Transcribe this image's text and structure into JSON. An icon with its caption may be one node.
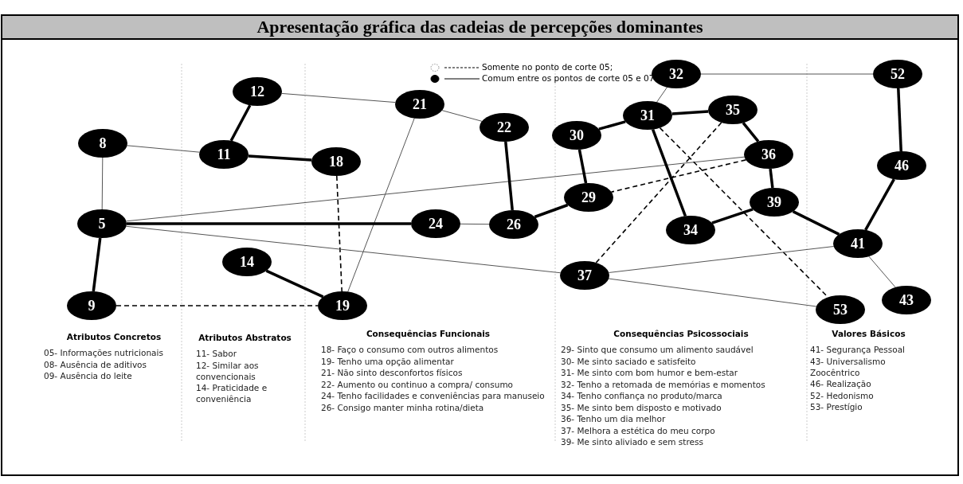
{
  "diagram": {
    "title": "Apresentação gráfica das cadeias de percepções dominantes",
    "nodes": [
      {
        "text": [
          "12"
        ]
      },
      {
        "text": [
          "21"
        ]
      },
      {
        "text": [
          "32"
        ]
      },
      {
        "text": [
          "52"
        ]
      },
      {
        "text": [
          "22"
        ]
      },
      {
        "text": [
          "31"
        ]
      },
      {
        "text": [
          "35"
        ]
      },
      {
        "text": [
          "8"
        ]
      },
      {
        "text": [
          "11"
        ]
      },
      {
        "text": [
          "18"
        ]
      },
      {
        "text": [
          "30"
        ]
      },
      {
        "text": [
          "36"
        ]
      },
      {
        "text": [
          "46"
        ]
      },
      {
        "text": [
          "29"
        ]
      },
      {
        "text": [
          "5"
        ]
      },
      {
        "text": [
          "24"
        ]
      },
      {
        "text": [
          "26"
        ]
      },
      {
        "text": [
          "39"
        ]
      },
      {
        "text": [
          "34"
        ]
      },
      {
        "text": [
          "41"
        ]
      },
      {
        "text": [
          "14"
        ]
      },
      {
        "text": [
          "37"
        ]
      },
      {
        "text": [
          "9"
        ]
      },
      {
        "text": [
          "19"
        ]
      },
      {
        "text": [
          "43"
        ]
      },
      {
        "text": [
          "53"
        ]
      }
    ],
    "edges": [
      {
        "from": 0,
        "to": 8,
        "arrow": "none",
        "style": "thick"
      },
      {
        "from": 0,
        "to": 1,
        "arrow": "none"
      },
      {
        "from": 1,
        "to": 4,
        "arrow": "none"
      },
      {
        "from": 1,
        "to": 23,
        "arrow": "none"
      },
      {
        "from": 7,
        "to": 8,
        "arrow": "none"
      },
      {
        "from": 7,
        "to": 14,
        "arrow": "none"
      },
      {
        "from": 8,
        "to": 9,
        "arrow": "none",
        "style": "thick"
      },
      {
        "from": 9,
        "to": 23,
        "arrow": "none",
        "style": "dashed"
      },
      {
        "from": 14,
        "to": 22,
        "arrow": "none",
        "style": "thick"
      },
      {
        "from": 14,
        "to": 15,
        "arrow": "none",
        "style": "thick"
      },
      {
        "from": 14,
        "to": 11,
        "arrow": "none"
      },
      {
        "from": 14,
        "to": 21,
        "arrow": "none"
      },
      {
        "from": 20,
        "to": 23,
        "arrow": "none",
        "style": "thick"
      },
      {
        "from": 22,
        "to": 23,
        "arrow": "none",
        "style": "dashed"
      },
      {
        "from": 15,
        "to": 16,
        "arrow": "none"
      },
      {
        "from": 4,
        "to": 16,
        "arrow": "none",
        "style": "thick"
      },
      {
        "from": 16,
        "to": 13,
        "arrow": "none",
        "style": "thick"
      },
      {
        "from": 10,
        "to": 13,
        "arrow": "none",
        "style": "thick"
      },
      {
        "from": 10,
        "to": 5,
        "arrow": "none",
        "style": "thick"
      },
      {
        "from": 5,
        "to": 2,
        "arrow": "none"
      },
      {
        "from": 2,
        "to": 3,
        "arrow": "none"
      },
      {
        "from": 5,
        "to": 6,
        "arrow": "none",
        "style": "thick"
      },
      {
        "from": 5,
        "to": 18,
        "arrow": "none",
        "style": "thick"
      },
      {
        "from": 5,
        "to": 25,
        "arrow": "none",
        "style": "dashed"
      },
      {
        "from": 6,
        "to": 11,
        "arrow": "none",
        "style": "thick"
      },
      {
        "from": 6,
        "to": 21,
        "arrow": "none",
        "style": "dashed"
      },
      {
        "from": 11,
        "to": 13,
        "arrow": "none",
        "style": "dashed"
      },
      {
        "from": 11,
        "to": 17,
        "arrow": "none",
        "style": "thick"
      },
      {
        "from": 17,
        "to": 18,
        "arrow": "none",
        "style": "thick"
      },
      {
        "from": 17,
        "to": 19,
        "arrow": "none",
        "style": "thick"
      },
      {
        "from": 19,
        "to": 12,
        "arrow": "none",
        "style": "thick"
      },
      {
        "from": 12,
        "to": 3,
        "arrow": "none",
        "style": "thick"
      },
      {
        "from": 19,
        "to": 21,
        "arrow": "none"
      },
      {
        "from": 19,
        "to": 24,
        "arrow": "none"
      },
      {
        "from": 21,
        "to": 25,
        "arrow": "none"
      }
    ],
    "labels": [
      "Atributos Concretos",
      "05- Informações nutricionais",
      "08- Ausência de aditivos",
      "09- Ausência do leite",
      "Atributos Abstratos",
      "11- Sabor",
      "12- Similar aos convencionais",
      "14- Praticidade e conveniência",
      "Consequências Funcionais",
      "18- Faço o consumo com outros alimentos",
      "19- Tenho uma opção alimentar",
      "21- Não sinto desconfortos físicos",
      "22- Aumento ou continuo a compra/ consumo",
      "24- Tenho facilidades e conveniências para manuseio",
      "26- Consigo manter minha rotina/dieta",
      "Consequências Psicossociais",
      "29- Sinto que consumo um alimento saudável",
      "30- Me sinto saciado e satisfeito",
      "31- Me sinto com bom humor e bem-estar",
      "32- Tenho a retomada de memórias e momentos",
      "34- Tenho confiança no produto/marca",
      "35- Me sinto bem disposto e motivado",
      "36- Tenho um dia melhor",
      "37- Melhora a estética do meu corpo",
      "39- Me sinto aliviado e sem stress",
      "Valores Básicos",
      "41- Segurança Pessoal",
      "43- Universalismo Zoocêntrico",
      "46- Realização",
      "52- Hedonismo",
      "53- Prestígio"
    ],
    "legend": [
      {
        "text": "Somente no ponto de corte 05;"
      },
      {
        "text": "Comum entre os pontos de corte 05 e 07"
      }
    ]
  }
}
